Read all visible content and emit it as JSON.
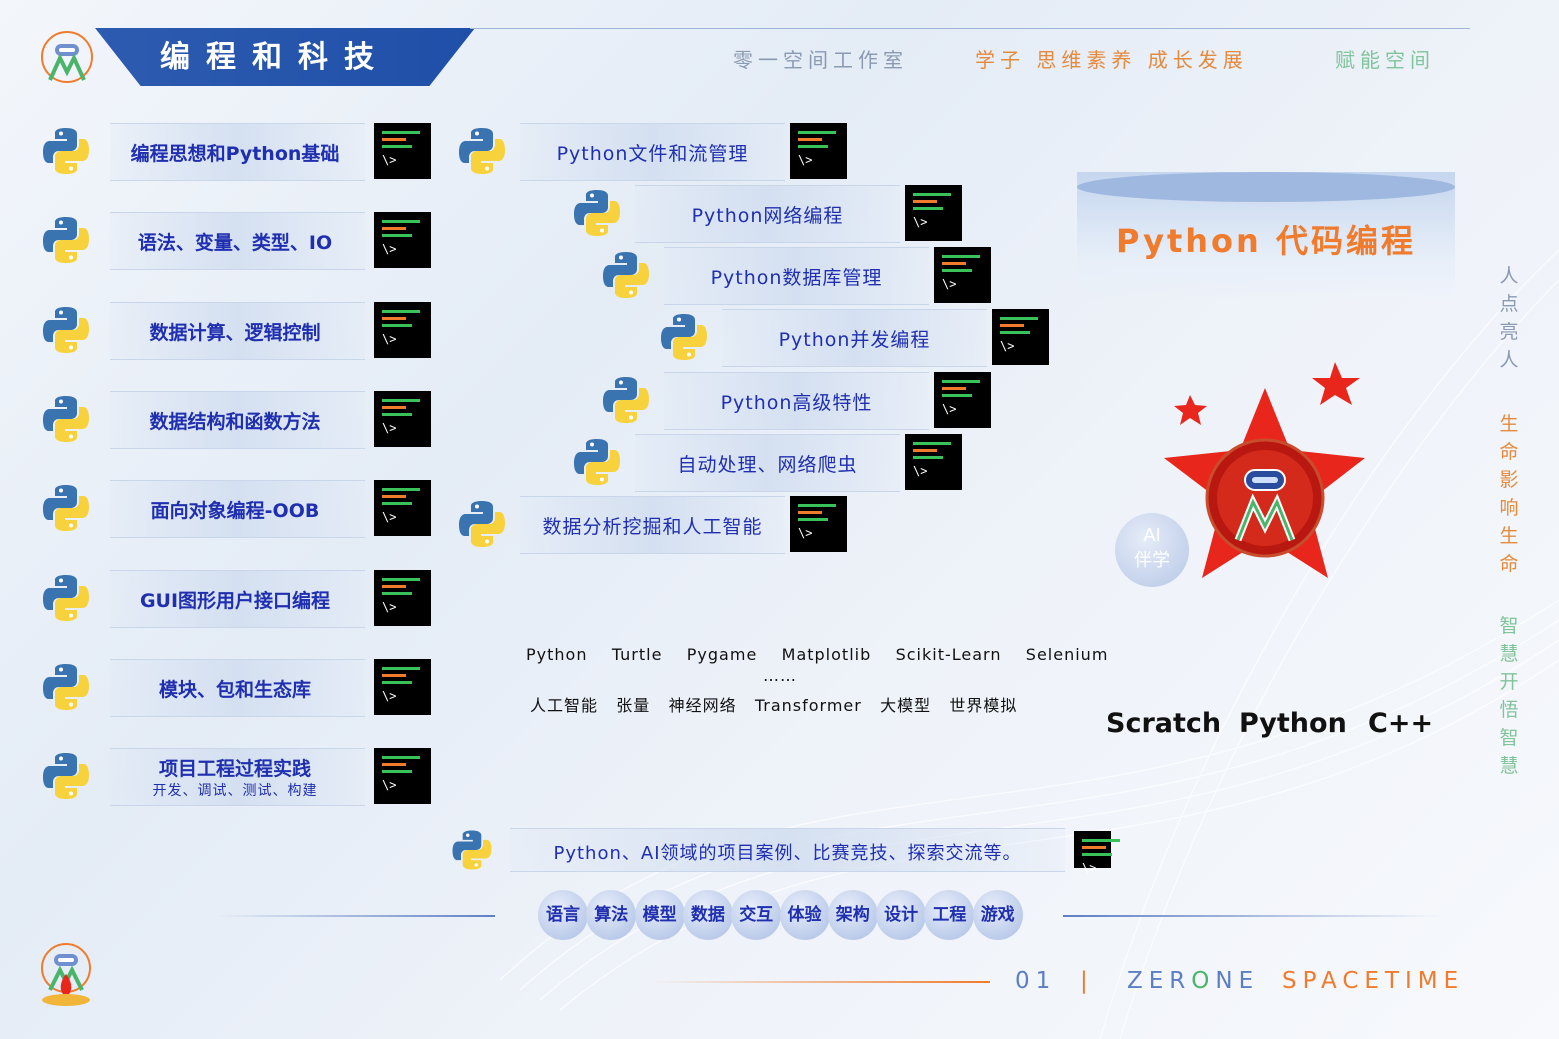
{
  "header": {
    "title": "编程和科技",
    "studio": "零一空间工作室",
    "motto_orange": "学子  思维素养  成长发展",
    "motto_green": "赋能空间"
  },
  "left_items": [
    {
      "label": "编程思想和Python基础"
    },
    {
      "label": "语法、变量、类型、IO"
    },
    {
      "label": "数据计算、逻辑控制"
    },
    {
      "label": "数据结构和函数方法"
    },
    {
      "label": "面向对象编程-OOB"
    },
    {
      "label": "GUI图形用户接口编程"
    },
    {
      "label": "模块、包和生态库"
    },
    {
      "label": "项目工程过程实践",
      "sub": "开发、调试、测试、构建"
    }
  ],
  "mid_items": [
    {
      "label": "Python文件和流管理"
    },
    {
      "label": "Python网络编程"
    },
    {
      "label": "Python数据库管理"
    },
    {
      "label": "Python并发编程"
    },
    {
      "label": "Python高级特性"
    },
    {
      "label": "自动处理、网络爬虫"
    },
    {
      "label": "数据分析挖掘和人工智能"
    }
  ],
  "terminal_prompt": "\\>",
  "cylinder_title": "Python  代码编程",
  "ai_badge": {
    "line1": "AI",
    "line2": "伴学"
  },
  "side_slogans": [
    "人点亮人",
    "生命影响生命",
    "智慧开悟智慧"
  ],
  "languages": [
    "Scratch",
    "Python",
    "C++"
  ],
  "libraries": [
    "Python",
    "Turtle",
    "Pygame",
    "Matplotlib",
    "Scikit-Learn",
    "Selenium"
  ],
  "ellipsis": "……",
  "topics": [
    "人工智能",
    "张量",
    "神经网络",
    "Transformer",
    "大模型",
    "世界模拟"
  ],
  "project_line": "Python、AI领域的项目案例、比赛竞技、探索交流等。",
  "bubbles": [
    "语言",
    "算法",
    "模型",
    "数据",
    "交互",
    "体验",
    "架构",
    "设计",
    "工程",
    "游戏"
  ],
  "footer": {
    "page": "01",
    "sep": "|",
    "brand_a": "ZER",
    "brand_b": "O",
    "brand_c": "NE",
    "brand2": "SPACETIME"
  },
  "colors": {
    "primary_blue": "#1f2fb0",
    "accent_orange": "#f07b2c",
    "accent_green": "#7fc49a",
    "star_red": "#e8261c"
  }
}
